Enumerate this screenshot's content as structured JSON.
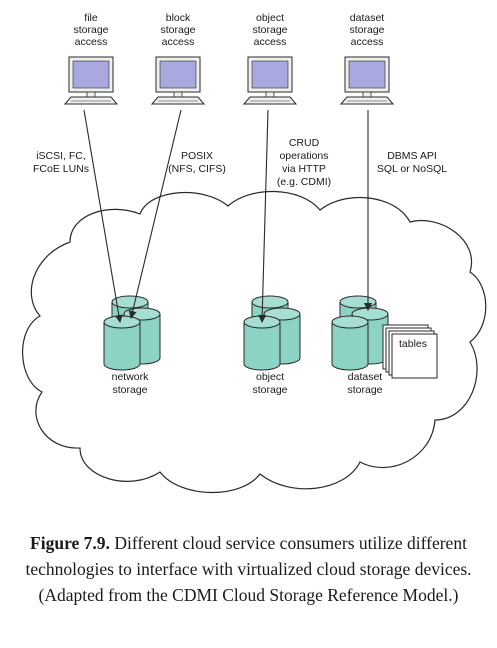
{
  "clients": [
    {
      "lines": [
        "file",
        "storage",
        "access"
      ]
    },
    {
      "lines": [
        "block",
        "storage",
        "access"
      ]
    },
    {
      "lines": [
        "object",
        "storage",
        "access"
      ]
    },
    {
      "lines": [
        "dataset",
        "storage",
        "access"
      ]
    }
  ],
  "protocols": [
    {
      "lines": [
        "iSCSI, FC,",
        "FCoE LUNs"
      ]
    },
    {
      "lines": [
        "POSIX",
        "(NFS, CIFS)"
      ]
    },
    {
      "lines": [
        "CRUD",
        "operations",
        "via HTTP",
        "(e.g. CDMI)"
      ]
    },
    {
      "lines": [
        "DBMS API",
        "SQL or NoSQL"
      ]
    }
  ],
  "storages": [
    {
      "lines": [
        "network",
        "storage"
      ]
    },
    {
      "lines": [
        "object",
        "storage"
      ]
    },
    {
      "lines": [
        "dataset",
        "storage"
      ]
    }
  ],
  "tables_label": "tables",
  "caption": {
    "label": "Figure 7.9.",
    "text": " Different cloud service consumers utilize different technologies to interface with virtualized cloud storage devices. (Adapted from the CDMI Cloud Storage Reference Model.)"
  },
  "colors": {
    "monitor_screen": "#a9a9df",
    "monitor_body": "#f0f0f0",
    "cylinder_fill": "#8cd3c6",
    "cylinder_top": "#a6ded3",
    "stroke": "#2a2a2a"
  }
}
